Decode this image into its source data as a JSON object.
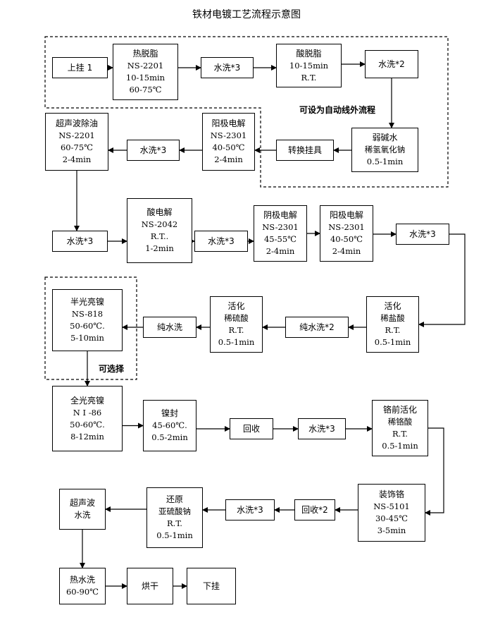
{
  "title": "铁材电镀工艺流程示意图",
  "regions": {
    "auto_line": {
      "label": "可设为自动线外流程"
    },
    "optional": {
      "label": "可选择"
    }
  },
  "nodes": {
    "n01": [
      "上挂 1"
    ],
    "n02": [
      "热脱脂",
      "NS-2201",
      "10-15min",
      "60-75℃"
    ],
    "n03": [
      "水洗*3"
    ],
    "n04": [
      "酸脱脂",
      "10-15min",
      "R.T."
    ],
    "n05": [
      "水洗*2"
    ],
    "n06": [
      "弱碱水",
      "稀氢氧化钠",
      "0.5-1min"
    ],
    "n07": [
      "转换挂具"
    ],
    "n08": [
      "阳极电解",
      "NS-2301",
      "40-50℃",
      "2-4min"
    ],
    "n09": [
      "水洗*3"
    ],
    "n10": [
      "超声波除油",
      "NS-2201",
      "60-75℃",
      "2-4min"
    ],
    "n11": [
      "水洗*3"
    ],
    "n12": [
      "酸电解",
      "NS-2042",
      "R.T..",
      "1-2min"
    ],
    "n13": [
      "水洗*3"
    ],
    "n14": [
      "阴极电解",
      "NS-2301",
      "45-55℃",
      "2-4min"
    ],
    "n15": [
      "阳极电解",
      "NS-2301",
      "40-50℃",
      "2-4min"
    ],
    "n16": [
      "水洗*3"
    ],
    "n17": [
      "活化",
      "稀盐酸",
      "R.T.",
      "0.5-1min"
    ],
    "n18": [
      "纯水洗*2"
    ],
    "n19": [
      "活化",
      "稀硫酸",
      "R.T.",
      "0.5-1min"
    ],
    "n20": [
      "纯水洗"
    ],
    "n21": [
      "半光亮镍",
      "NS-818",
      "50-60℃.",
      "5-10min"
    ],
    "n22": [
      "全光亮镍",
      "N I -86",
      "50-60℃.",
      "8-12min"
    ],
    "n23": [
      "镍封",
      "45-60℃.",
      "0.5-2min"
    ],
    "n24": [
      "回收"
    ],
    "n25": [
      "水洗*3"
    ],
    "n26": [
      "铬前活化",
      "稀铬酸",
      "R.T.",
      "0.5-1min"
    ],
    "n27": [
      "装饰铬",
      "NS-5101",
      "30-45℃",
      "3-5min"
    ],
    "n28": [
      "回收*2"
    ],
    "n29": [
      "水洗*3"
    ],
    "n30": [
      "还原",
      "亚硫酸钠",
      "R.T.",
      "0.5-1min"
    ],
    "n31": [
      "超声波",
      "水洗"
    ],
    "n32": [
      "热水洗",
      "60-90℃"
    ],
    "n33": [
      "烘干"
    ],
    "n34": [
      "下挂"
    ]
  },
  "edges": [
    [
      "n01",
      "n02"
    ],
    [
      "n02",
      "n03"
    ],
    [
      "n03",
      "n04"
    ],
    [
      "n04",
      "n05"
    ],
    [
      "n05",
      "n06"
    ],
    [
      "n06",
      "n07"
    ],
    [
      "n07",
      "n08"
    ],
    [
      "n08",
      "n09"
    ],
    [
      "n09",
      "n10"
    ],
    [
      "n10",
      "n11"
    ],
    [
      "n11",
      "n12"
    ],
    [
      "n12",
      "n13"
    ],
    [
      "n13",
      "n14"
    ],
    [
      "n14",
      "n15"
    ],
    [
      "n15",
      "n16"
    ],
    [
      "n16",
      "n17"
    ],
    [
      "n17",
      "n18"
    ],
    [
      "n18",
      "n19"
    ],
    [
      "n19",
      "n20"
    ],
    [
      "n20",
      "n21"
    ],
    [
      "n21",
      "n22"
    ],
    [
      "n22",
      "n23"
    ],
    [
      "n23",
      "n24"
    ],
    [
      "n24",
      "n25"
    ],
    [
      "n25",
      "n26"
    ],
    [
      "n26",
      "n27"
    ],
    [
      "n27",
      "n28"
    ],
    [
      "n28",
      "n29"
    ],
    [
      "n29",
      "n30"
    ],
    [
      "n30",
      "n31"
    ],
    [
      "n31",
      "n32"
    ],
    [
      "n32",
      "n33"
    ],
    [
      "n33",
      "n34"
    ]
  ]
}
